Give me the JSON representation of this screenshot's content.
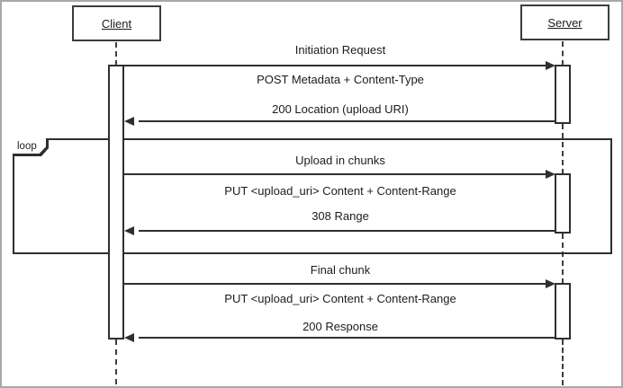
{
  "diagram": {
    "type": "uml-sequence-diagram",
    "actors": {
      "client": {
        "label": "Client"
      },
      "server": {
        "label": "Server"
      }
    },
    "sections": [
      {
        "title": "Initiation Request",
        "request": "POST Metadata + Content-Type",
        "response": "200 Location (upload URI)"
      },
      {
        "title": "Upload in chunks",
        "request": "PUT <upload_uri> Content + Content-Range",
        "response": "308 Range"
      },
      {
        "title": "Final chunk",
        "request": "PUT <upload_uri> Content + Content-Range",
        "response": "200 Response"
      }
    ],
    "loop": {
      "label": "loop",
      "wraps_section": "Upload in chunks"
    },
    "colors": {
      "line": "#2f2f2f",
      "outer_border": "#a8a8a8",
      "background": "#ffffff"
    }
  }
}
